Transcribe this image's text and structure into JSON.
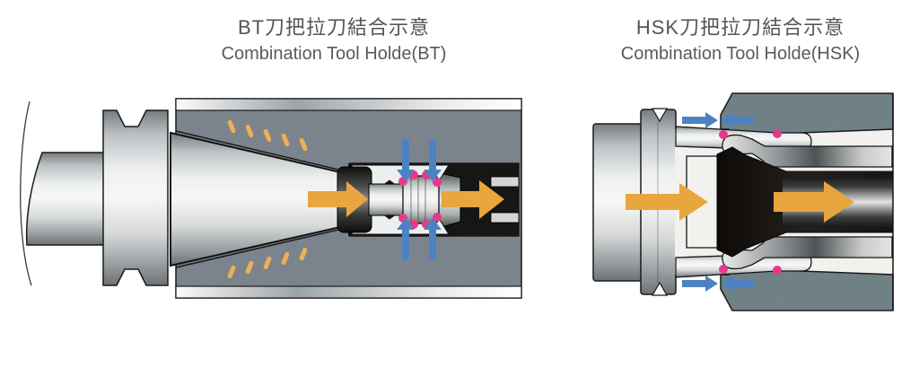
{
  "bt": {
    "title_zh": "BT刀把拉刀結合示意",
    "title_en": "Combination Tool Holde(BT)"
  },
  "hsk": {
    "title_zh": "HSK刀把拉刀結合示意",
    "title_en": "Combination Tool Holde(HSK)"
  },
  "colors": {
    "pull_orange": "#e9a63e",
    "friction_orange": "#edb054",
    "clamp_blue": "#4d82c2",
    "contact_pink": "#e53a8c",
    "bt_spindle": "#a7b2bd",
    "hsk_spindle": "#90aeb1",
    "outline": "#1a1a1a"
  }
}
